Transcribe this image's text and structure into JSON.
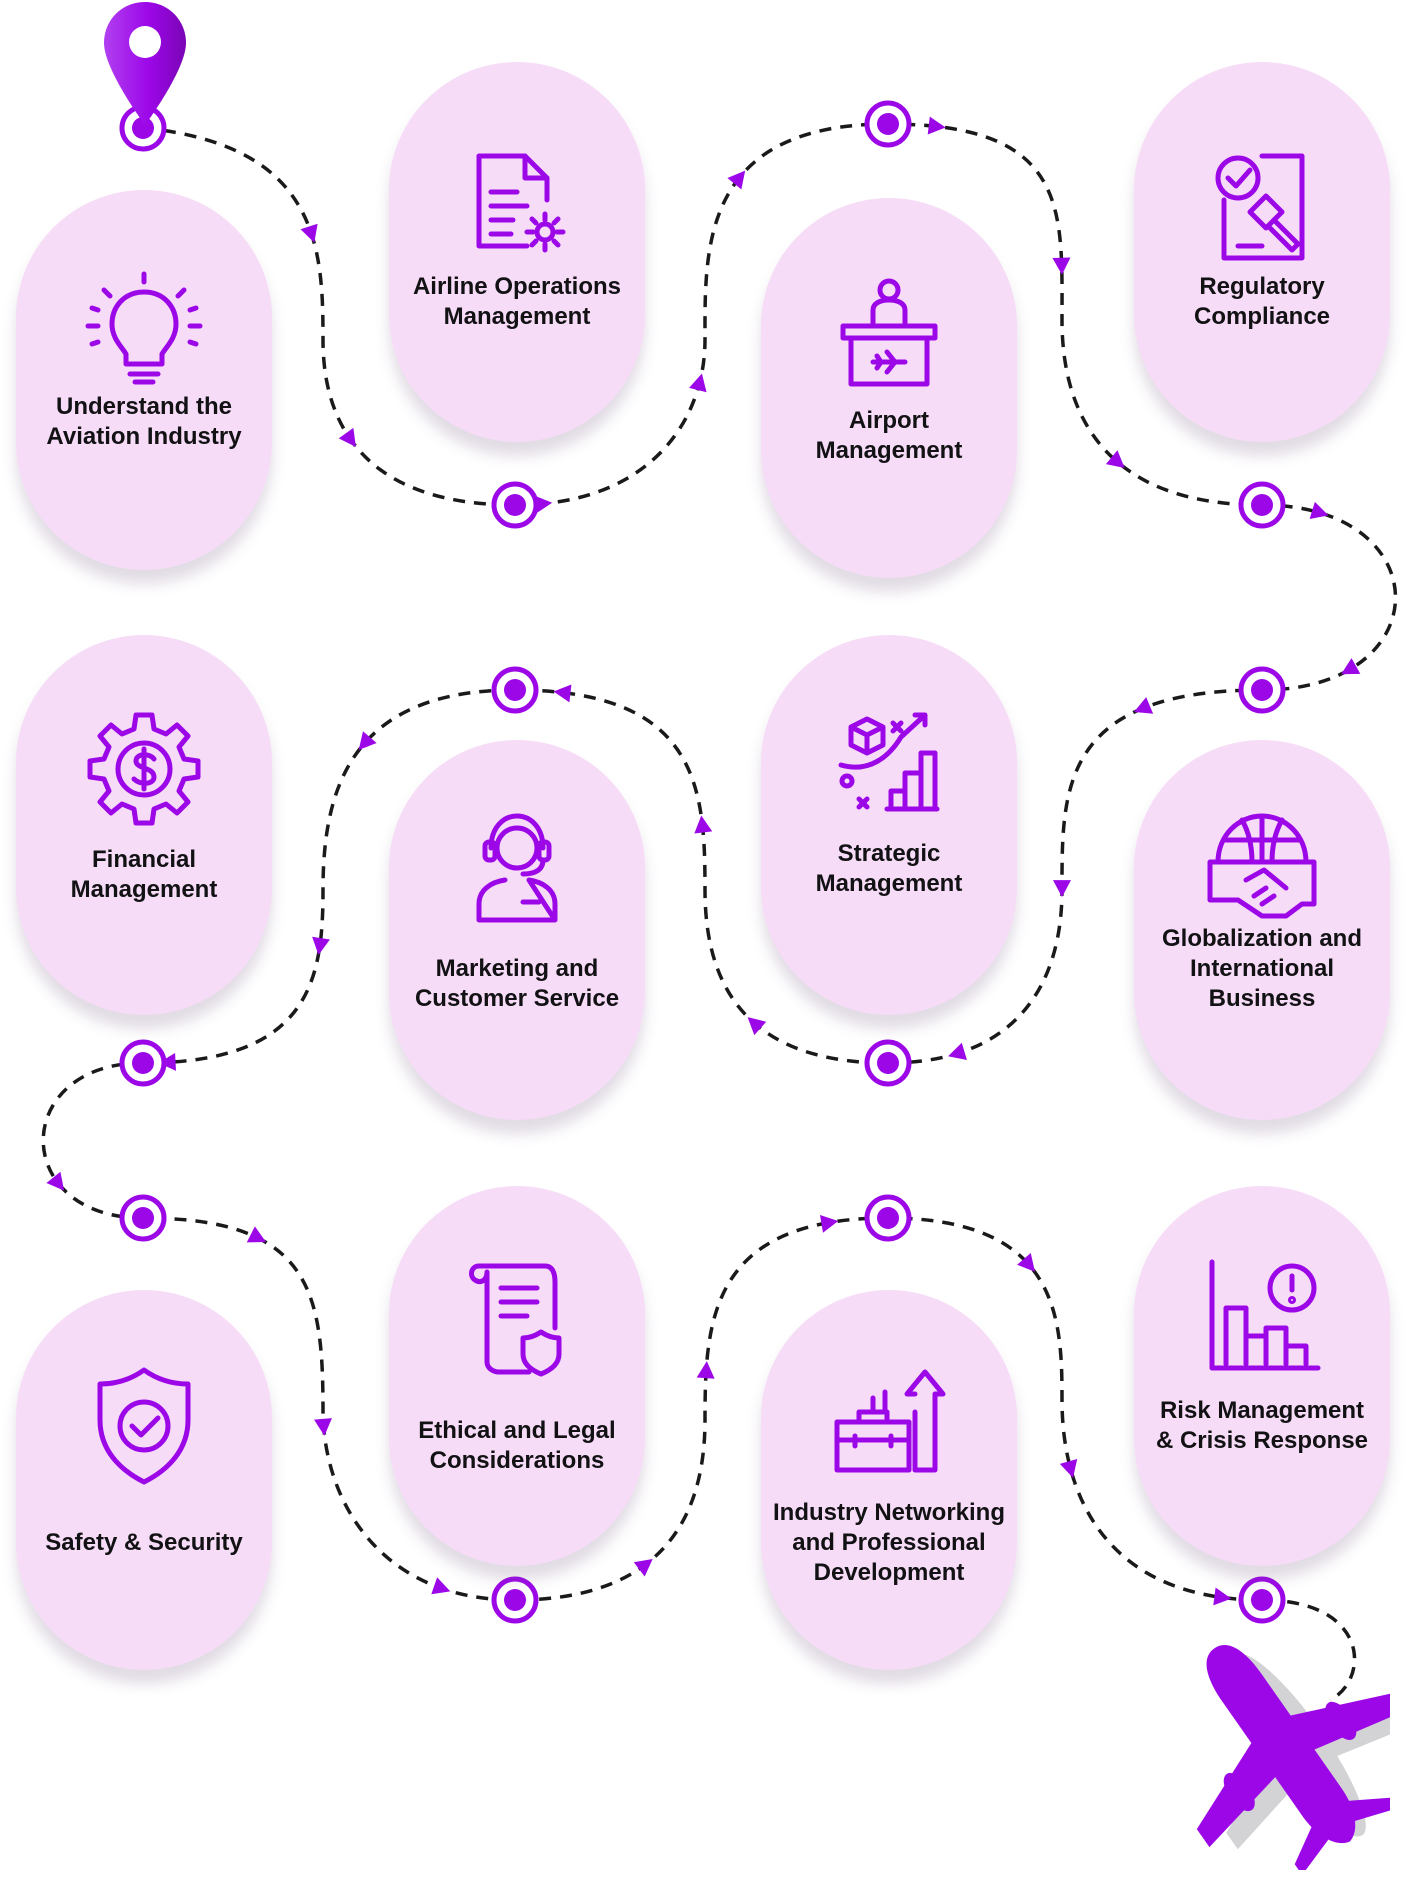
{
  "accent_color": "#9c07e8",
  "path_color": "#1a1a1a",
  "card_color": "#f7dcf8",
  "start_marker": "location-pin-icon",
  "end_marker": "airplane-icon",
  "steps": [
    {
      "label": "Understand the\nAviation Industry",
      "icon": "lightbulb-icon"
    },
    {
      "label": "Airline Operations\nManagement",
      "icon": "document-gear-icon"
    },
    {
      "label": "Airport\nManagement",
      "icon": "check-in-desk-icon"
    },
    {
      "label": "Regulatory\nCompliance",
      "icon": "clipboard-gavel-icon"
    },
    {
      "label": "Globalization and\nInternational\nBusiness",
      "icon": "globe-handshake-icon"
    },
    {
      "label": "Strategic\nManagement",
      "icon": "strategy-growth-icon"
    },
    {
      "label": "Marketing and\nCustomer Service",
      "icon": "headset-agent-icon"
    },
    {
      "label": "Financial\nManagement",
      "icon": "dollar-gear-icon"
    },
    {
      "label": "Safety & Security",
      "icon": "shield-check-icon"
    },
    {
      "label": "Ethical and Legal\nConsiderations",
      "icon": "scroll-shield-icon"
    },
    {
      "label": "Industry Networking\nand Professional\nDevelopment",
      "icon": "briefcase-growth-icon"
    },
    {
      "label": "Risk Management\n& Crisis Response",
      "icon": "chart-alert-icon"
    }
  ]
}
